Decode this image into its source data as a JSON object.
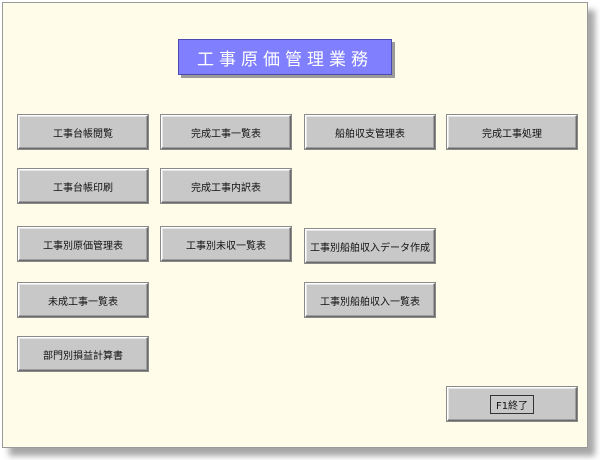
{
  "screen": {
    "title": "工事原価管理業務"
  },
  "menu": {
    "col1": [
      "工事台帳閲覧",
      "工事台帳印刷",
      "工事別原価管理表",
      "未成工事一覧表",
      "部門別損益計算書"
    ],
    "col2": [
      "完成工事一覧表",
      "完成工事内訳表",
      "工事別未収一覧表"
    ],
    "col3": [
      "船舶収支管理表",
      "工事別船舶収入データ作成",
      "工事別船舶収入一覧表"
    ],
    "col4": [
      "完成工事処理"
    ]
  },
  "exit_button": {
    "label": "F1終了"
  }
}
